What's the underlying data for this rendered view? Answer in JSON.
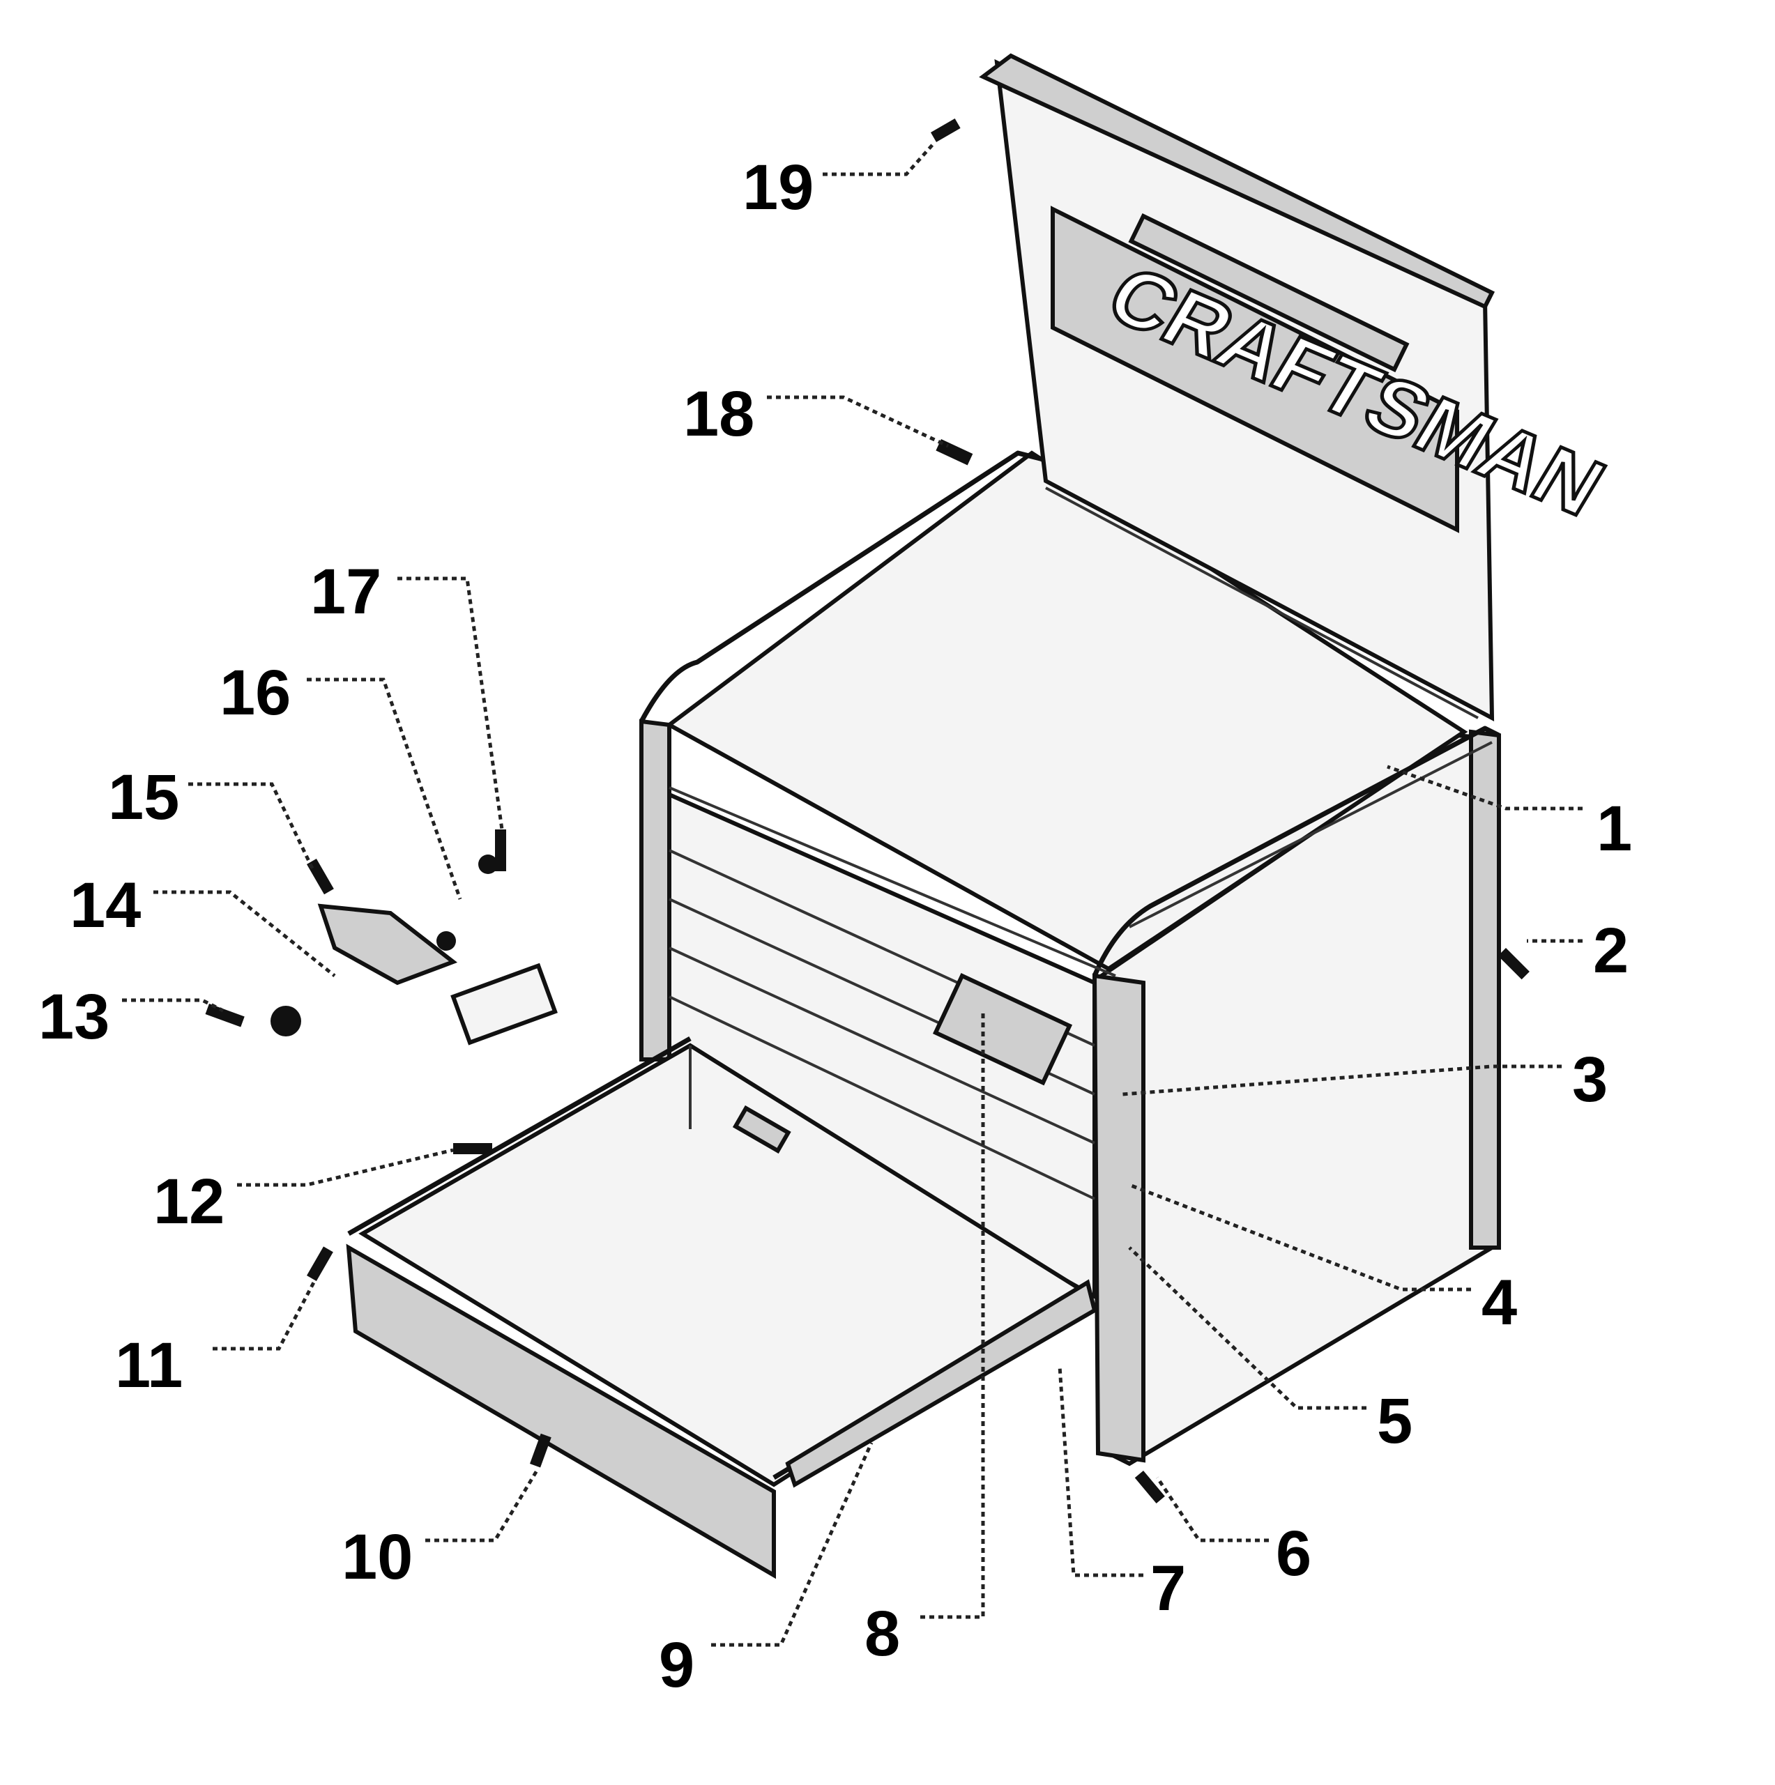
{
  "brand": {
    "logo_text": "CRAFTSMAN"
  },
  "labels": {
    "p1": "1",
    "p2": "2",
    "p3": "3",
    "p4": "4",
    "p5": "5",
    "p6": "6",
    "p7": "7",
    "p8": "8",
    "p9": "9",
    "p10": "10",
    "p11": "11",
    "p12": "12",
    "p13": "13",
    "p14": "14",
    "p15": "15",
    "p16": "16",
    "p17": "17",
    "p18": "18",
    "p19": "19"
  }
}
